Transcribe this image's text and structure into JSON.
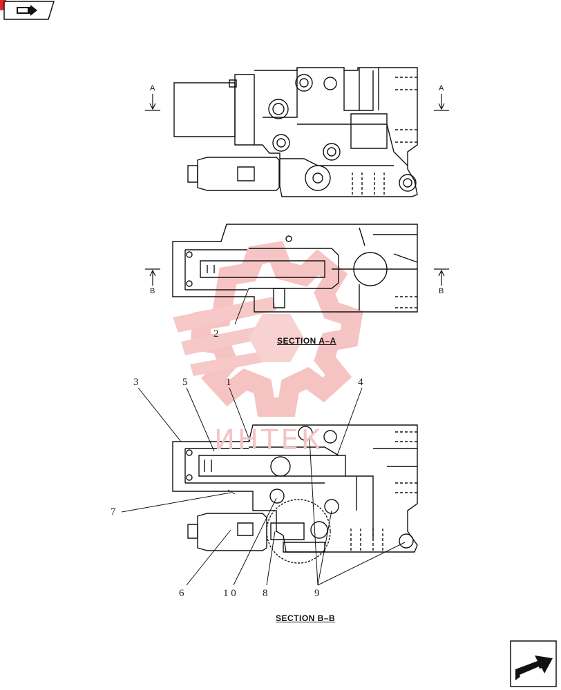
{
  "nav": {
    "prev_icon": "page-back-icon",
    "next_icon": "page-forward-icon"
  },
  "colors": {
    "line": "#111111",
    "watermark": "#f4b6b6",
    "badge": "#e0262e"
  },
  "views": {
    "section_aa": {
      "title": "SECTION  A–A",
      "arrow_letter": "A"
    },
    "section_bb": {
      "title": "SECTION  B–B",
      "arrow_letter": "B"
    }
  },
  "callouts": [
    "1",
    "2",
    "3",
    "4",
    "5",
    "6",
    "7",
    "8",
    "9",
    "10"
  ],
  "callout_text": {
    "c1": "1",
    "c2": "2",
    "c3": "3",
    "c4": "4",
    "c5": "5",
    "c6": "6",
    "c7": "7",
    "c8": "8",
    "c9": "9",
    "c10": "1 0"
  },
  "watermark": {
    "text": "ИНТЕК"
  }
}
